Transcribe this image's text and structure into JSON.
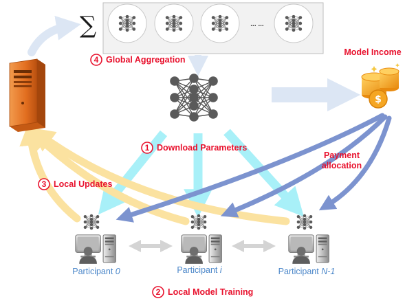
{
  "sigma": "∑",
  "ellipsis": "... ...",
  "steps": {
    "global_aggregation": {
      "num": "4",
      "label": "Global Aggregation"
    },
    "download_parameters": {
      "num": "1",
      "label": "Download Parameters"
    },
    "local_updates": {
      "num": "3",
      "label": "Local Updates"
    },
    "local_model_training": {
      "num": "2",
      "label": "Local Model Training"
    }
  },
  "model_income": "Model Income",
  "payment_allocation": {
    "line1": "Payment",
    "line2": "allocation"
  },
  "participants": [
    {
      "prefix": "Participant ",
      "suffix": "0"
    },
    {
      "prefix": "Participant ",
      "suffix": "i"
    },
    {
      "prefix": "Participant ",
      "suffix": "N-1"
    }
  ],
  "colors": {
    "red": "#e8112d",
    "participant_blue": "#4a86c9",
    "cyan_arrow": "#a8f0f8",
    "yellow_arrow": "#fbe2a0",
    "payment_arrow": "#7c93cf",
    "light_blue_arrow": "#dce6f4",
    "gray_arrow": "#d4d4d4",
    "server_orange": "#e7772a",
    "coin_gold": "#f5a623"
  },
  "icons": [
    "sigma-icon",
    "neural-network-icon",
    "server-icon",
    "coins-icon",
    "dollar-icon",
    "user-computer-icon"
  ]
}
